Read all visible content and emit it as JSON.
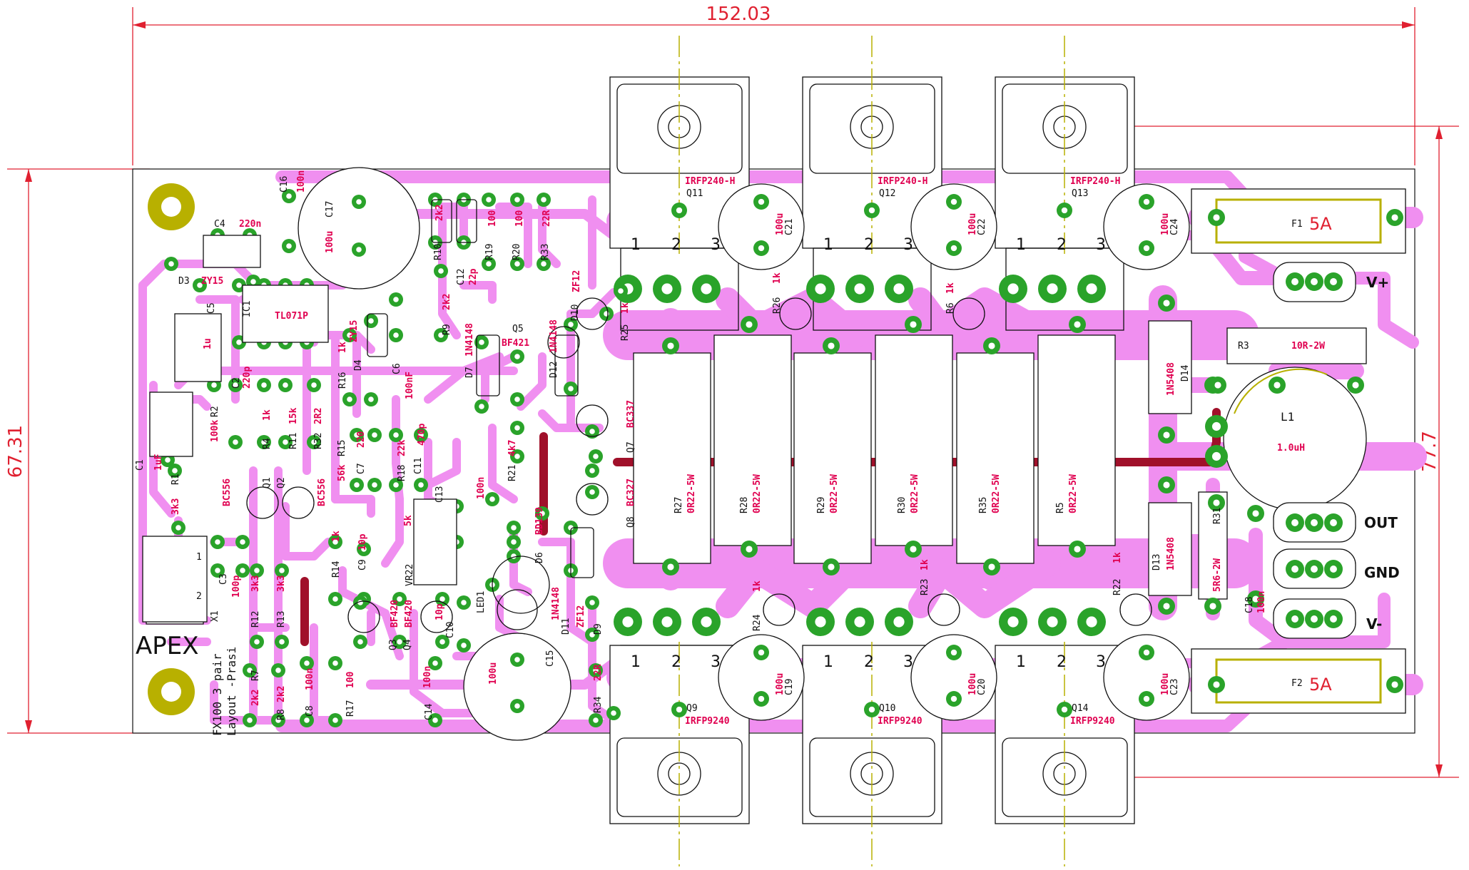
{
  "dimensions": {
    "width": "152.03",
    "height_left": "67.31",
    "height_right": "77.7"
  },
  "brand": "APEX",
  "board_text": {
    "line1": "FX100 3 pair",
    "line2": "Layout -Prasi"
  },
  "connectors": {
    "vplus": "V+",
    "out": "OUT",
    "gnd": "GND",
    "vminus": "V-",
    "x1": "X1",
    "x1_pin1": "1",
    "x1_pin2": "2"
  },
  "fuses": [
    {
      "ref": "F1",
      "value": "5A"
    },
    {
      "ref": "F2",
      "value": "5A"
    }
  ],
  "transistors_top": [
    {
      "ref": "Q11",
      "part": "IRFP240-H"
    },
    {
      "ref": "Q12",
      "part": "IRFP240-H"
    },
    {
      "ref": "Q13",
      "part": "IRFP240-H"
    }
  ],
  "transistors_bottom": [
    {
      "ref": "Q9",
      "part": "IRFP9240"
    },
    {
      "ref": "Q10",
      "part": "IRFP9240"
    },
    {
      "ref": "Q14",
      "part": "IRFP9240"
    }
  ],
  "pins": {
    "p1": "1",
    "p2": "2",
    "p3": "3"
  },
  "caps_top": [
    {
      "ref": "C21",
      "value": "100u"
    },
    {
      "ref": "C22",
      "value": "100u"
    },
    {
      "ref": "C24",
      "value": "100u"
    }
  ],
  "caps_bottom": [
    {
      "ref": "C19",
      "value": "100u"
    },
    {
      "ref": "C20",
      "value": "100u"
    },
    {
      "ref": "C23",
      "value": "100u"
    }
  ],
  "emitter_resistors": [
    {
      "ref": "R27",
      "value": "0R22-5W"
    },
    {
      "ref": "R28",
      "value": "0R22-5W"
    },
    {
      "ref": "R29",
      "value": "0R22-5W"
    },
    {
      "ref": "R30",
      "value": "0R22-5W"
    },
    {
      "ref": "R35",
      "value": "0R22-5W"
    },
    {
      "ref": "R5",
      "value": "0R22-5W"
    }
  ],
  "gate_resistors_top": [
    {
      "ref": "R25",
      "value": "1k"
    },
    {
      "ref": "R26",
      "value": "1k"
    },
    {
      "ref": "R6",
      "value": "1k"
    }
  ],
  "gate_resistors_bottom": [
    {
      "ref": "R24",
      "value": "1k"
    },
    {
      "ref": "R23",
      "value": "1k"
    },
    {
      "ref": "R22",
      "value": "1k"
    }
  ],
  "output_section": {
    "L1": "L1",
    "L1_value": "1.0uH",
    "R3": "R3",
    "R3_value": "10R-2W",
    "R31": "R31",
    "R31_value": "5R6-2W",
    "C18": "C18",
    "C18_value": "100n",
    "D14": "D14",
    "D14_value": "1N5408",
    "D13": "D13",
    "D13_value": "1N5408"
  },
  "input_section": {
    "C4": "C4",
    "C4_value": "220n",
    "C16": "C16",
    "C16_value": "100n",
    "C17": "C17",
    "C17_value": "100u",
    "D3": "D3",
    "D3_value": "ZY15",
    "C5": "C5",
    "C5_value": "1u",
    "IC1": "IC1",
    "IC1_value": "TL071P",
    "C2": "C2",
    "C2_value": "220p",
    "R2": "R2",
    "R2_value": "100k",
    "R4": "R4",
    "R4_value": "1k",
    "R11": "R11",
    "R11_value": "15k",
    "R32": "R32",
    "R32_value": "2R2",
    "C1": "C1",
    "C1_value": "1uF",
    "R1": "R1",
    "R1_value": "3k3",
    "Q1": "Q1",
    "Q2": "Q2",
    "Q1_value": "BC556",
    "Q2_value": "BC556",
    "C3": "C3",
    "C3_value": "100p",
    "R12": "R12",
    "R12_value": "3k3",
    "R13": "R13",
    "R13_value": "3k3",
    "R7": "R7",
    "R7_value": "2k2",
    "R8": "R8",
    "R8_value": "2k2",
    "C8": "C8",
    "C8_value": "100n",
    "R17": "R17",
    "R17_value": "100",
    "R14": "R14",
    "R14_value": "1k",
    "C9": "C9",
    "C9_value": "10p",
    "R16": "R16",
    "R16_value": "1k",
    "D4": "D4",
    "D4_value": "ZY15",
    "C6": "C6",
    "C6_value": "100nF",
    "R15": "R15",
    "R15_value": "56k",
    "C7": "C7",
    "C7_value": "220",
    "R18": "R18",
    "R18_value": "22k",
    "C11": "C11",
    "C11_value": "470p",
    "VR22": "VR22",
    "VR22_value": "5k",
    "C13": "C13",
    "C13_value": "100n",
    "Q3": "Q3",
    "Q4": "Q4",
    "Q3_value": "BF420",
    "Q4_value": "BF420",
    "C10": "C10",
    "C10_value": "10p",
    "C14": "C14",
    "C14_value": "100n",
    "C15": "C15",
    "C15_value": "100u",
    "R10": "R10",
    "R10_value": "2k2",
    "R9": "R9",
    "R9_value": "2k2",
    "C12": "C12",
    "C12_value": "22p",
    "R19": "R19",
    "R19_value": "100",
    "R20": "R20",
    "R20_value": "100",
    "R33": "R33",
    "R33_value": "22R",
    "R34": "R34",
    "R34_value": "22R",
    "D7": "D7",
    "D7_value": "1N4148",
    "Q5": "Q5",
    "Q5_value": "BF421",
    "R21": "R21",
    "R21_value": "4k7",
    "LED1": "LED1",
    "D6": "D6",
    "D6_value": "BD139",
    "D12": "D12",
    "D12_value": "1N4148",
    "D10": "D10",
    "D10_value": "ZF12",
    "D11": "D11",
    "D11_value": "1N4148",
    "D9": "D9",
    "D9_value": "ZF12",
    "Q7": "Q7",
    "Q7_value": "BC337",
    "Q8": "Q8",
    "Q8_value": "BC327"
  },
  "colors": {
    "trace": "#f08ff0",
    "pad": "#2aa32a",
    "dim": "#e02030",
    "silk": "#111111",
    "label": "#e00050"
  }
}
